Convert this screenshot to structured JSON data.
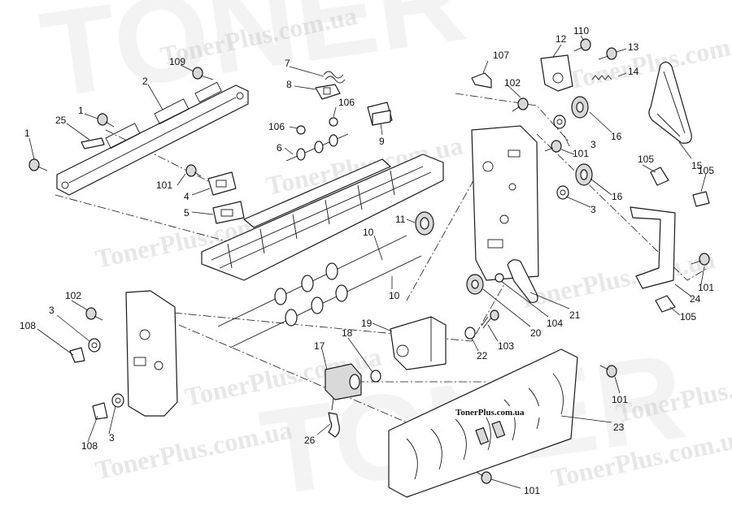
{
  "watermark": {
    "site_text": "TonerPlus.com.ua",
    "big_text": "TONER",
    "banner_text": "TonerPlus.com.ua",
    "color": "#bdbdbd"
  },
  "callouts": {
    "c1a": "1",
    "c1b": "1",
    "c2": "2",
    "c3a": "3",
    "c3b": "3",
    "c3c": "3",
    "c3d": "3",
    "c4": "4",
    "c5": "5",
    "c6": "6",
    "c7": "7",
    "c8": "8",
    "c9": "9",
    "c10a": "10",
    "c10b": "10",
    "c11": "11",
    "c12": "12",
    "c13": "13",
    "c14": "14",
    "c15": "15",
    "c16a": "16",
    "c16b": "16",
    "c17": "17",
    "c18": "18",
    "c19": "19",
    "c20": "20",
    "c21": "21",
    "c22": "22",
    "c23": "23",
    "c24": "24",
    "c25": "25",
    "c26": "26",
    "c101a": "101",
    "c101b": "101",
    "c101c": "101",
    "c101d": "101",
    "c101e": "101",
    "c102a": "102",
    "c102b": "102",
    "c103": "103",
    "c104": "104",
    "c105a": "105",
    "c105b": "105",
    "c105c": "105",
    "c106a": "106",
    "c106b": "106",
    "c107": "107",
    "c108a": "108",
    "c108b": "108",
    "c109": "109",
    "c110": "110"
  }
}
